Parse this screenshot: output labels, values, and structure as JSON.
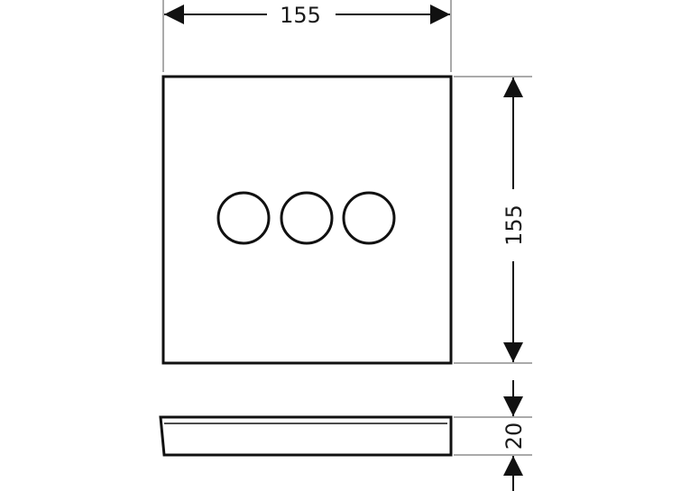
{
  "drawing": {
    "dimensions": {
      "width_label": "155",
      "height_label": "155",
      "depth_label": "20"
    },
    "front_view": {
      "buttons": [
        {
          "icon": "circle-button"
        },
        {
          "icon": "circle-button"
        },
        {
          "icon": "circle-button"
        }
      ]
    },
    "colors": {
      "line": "#111111",
      "background": "#ffffff"
    }
  }
}
